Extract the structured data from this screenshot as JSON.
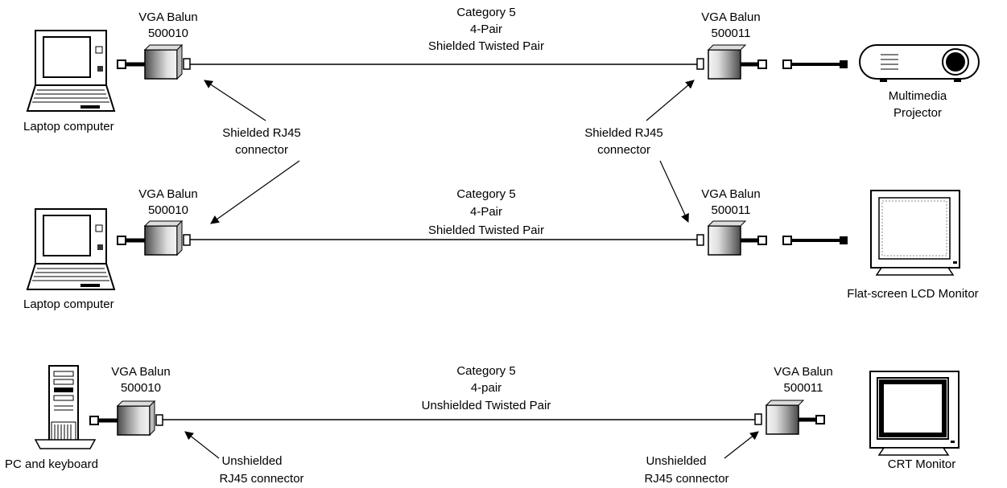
{
  "rows": [
    {
      "source_label": "Laptop computer",
      "balun_left": {
        "title": "VGA Balun",
        "part": "500010"
      },
      "cable": {
        "line1": "Category 5",
        "line2": "4-Pair",
        "line3": "Shielded Twisted Pair"
      },
      "balun_right": {
        "title": "VGA Balun",
        "part": "500011"
      },
      "dest_label_line1": "Multimedia",
      "dest_label_line2": "Projector"
    },
    {
      "source_label": "Laptop computer",
      "balun_left": {
        "title": "VGA Balun",
        "part": "500010"
      },
      "cable": {
        "line1": "Category 5",
        "line2": "4-Pair",
        "line3": "Shielded Twisted Pair"
      },
      "balun_right": {
        "title": "VGA Balun",
        "part": "500011"
      },
      "dest_label": "Flat-screen LCD Monitor"
    },
    {
      "source_label": "PC and keyboard",
      "balun_left": {
        "title": "VGA Balun",
        "part": "500010"
      },
      "cable": {
        "line1": "Category 5",
        "line2": "4-pair",
        "line3": "Unshielded Twisted Pair"
      },
      "balun_right": {
        "title": "VGA Balun",
        "part": "500011"
      },
      "dest_label": "CRT Monitor"
    }
  ],
  "callouts": {
    "shielded_left": {
      "line1": "Shielded RJ45",
      "line2": "connector"
    },
    "shielded_right": {
      "line1": "Shielded RJ45",
      "line2": "connector"
    },
    "unshielded_left": {
      "line1": "Unshielded",
      "line2": "RJ45 connector"
    },
    "unshielded_right": {
      "line1": "Unshielded",
      "line2": "RJ45 connector"
    }
  }
}
